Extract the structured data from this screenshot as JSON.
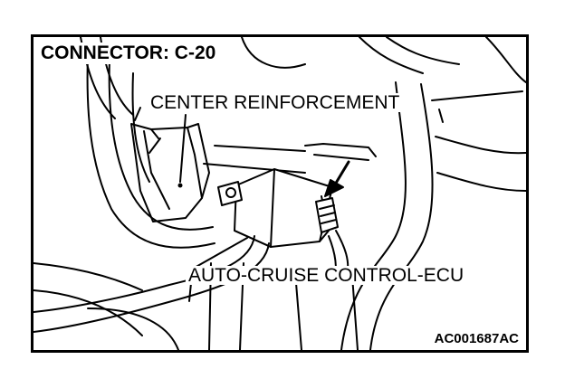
{
  "diagram": {
    "title": "CONNECTOR: C-20",
    "labels": {
      "center_reinforcement": "CENTER REINFORCEMENT",
      "ecu": "AUTO-CRUISE CONTROL-ECU"
    },
    "figure_code": "AC001687AC"
  }
}
